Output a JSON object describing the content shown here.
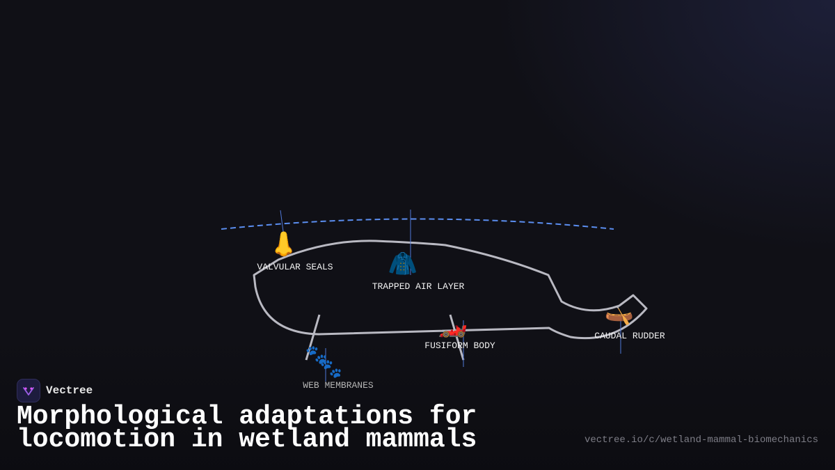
{
  "brand": {
    "name": "Vectree",
    "logo_icon": "vectree-logo-icon"
  },
  "title": "Morphological adaptations for locomotion in wetland mammals",
  "url": "vectree.io/c/wetland-mammal-biomechanics",
  "colors": {
    "background": "#101016",
    "outline": "#b9b9c2",
    "waterline": "#5b8ef0",
    "leader": "#4f78d8",
    "label": "#f2f2f2",
    "label_dim": "#b5b5b5"
  },
  "diagram": {
    "labels": [
      {
        "id": "valvular-seals",
        "text": "VALVULAR SEALS",
        "icon": "nose-icon",
        "glyph": "👃"
      },
      {
        "id": "trapped-air-layer",
        "text": "TRAPPED AIR LAYER",
        "icon": "coat-icon",
        "glyph": "🧥"
      },
      {
        "id": "fusiform-body",
        "text": "FUSIFORM BODY",
        "icon": "race-car-icon",
        "glyph": "🏎️"
      },
      {
        "id": "web-membranes",
        "text": "WEB MEMBRANES",
        "icon": "paw-prints-icon",
        "glyph": "🐾"
      },
      {
        "id": "caudal-rudder",
        "text": "CAUDAL RUDDER",
        "icon": "canoe-icon",
        "glyph": "🛶"
      }
    ]
  }
}
